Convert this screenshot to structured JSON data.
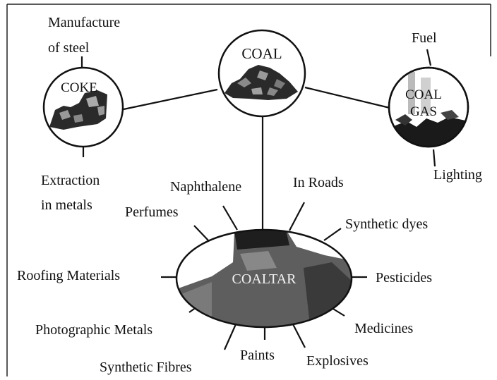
{
  "center": {
    "label": "COAL"
  },
  "coke": {
    "label": "COKE",
    "uses": [
      "Manufacture",
      "of steel",
      "Extraction",
      "in metals"
    ]
  },
  "coal_gas": {
    "label_line1": "COAL",
    "label_line2": "GAS",
    "uses": [
      "Fuel",
      "Lighting"
    ]
  },
  "coaltar": {
    "label": "COALTAR",
    "products": {
      "naphthalene": "Naphthalene",
      "in_roads": "In Roads",
      "perfumes": "Perfumes",
      "synthetic_dyes": "Synthetic dyes",
      "roofing_materials": "Roofing Materials",
      "pesticides": "Pesticides",
      "photographic_metals": "Photographic Metals",
      "medicines": "Medicines",
      "paints": "Paints",
      "explosives": "Explosives",
      "synthetic_fibres": "Synthetic Fibres"
    }
  },
  "colors": {
    "ink": "#111111",
    "dark_fill": "#2a2a2a",
    "mid_fill": "#6e6e6e"
  }
}
